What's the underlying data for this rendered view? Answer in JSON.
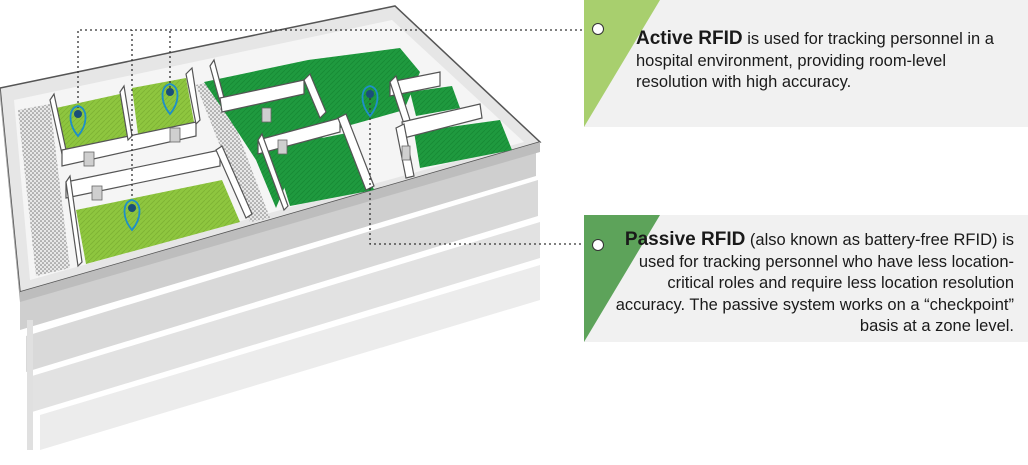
{
  "active": {
    "title": "Active RFID",
    "body": " is used for tracking personnel in a hospital environment, providing room-level resolution with high accuracy.",
    "color": "#a8cf6e"
  },
  "passive": {
    "title": "Passive RFID",
    "body": " (also known as battery-free RFID) is used for tracking personnel who have less location-critical roles and require less location resolution accuracy. The passive system works on a “checkpoint” basis at a zone level.",
    "color": "#5da35a"
  },
  "colors": {
    "light_green": "#8ec63f",
    "dark_green": "#1f9a3f",
    "wall": "#d8d8d8",
    "pin": "#1e8fc9"
  },
  "icons": [
    "location-pin-icon",
    "door-icon",
    "callout-dot-icon"
  ]
}
